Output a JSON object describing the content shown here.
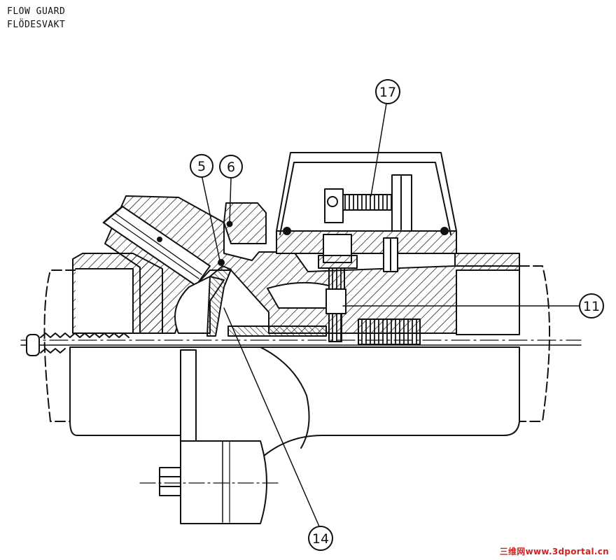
{
  "title": {
    "line1": "FLOW GUARD",
    "line2": "FLÖDESVAKT"
  },
  "callouts": [
    {
      "id": "5",
      "label": "5"
    },
    {
      "id": "6",
      "label": "6"
    },
    {
      "id": "17",
      "label": "17"
    },
    {
      "id": "11",
      "label": "11"
    },
    {
      "id": "14",
      "label": "14"
    }
  ],
  "watermark": "三维网www.3dportal.cn",
  "colors": {
    "line": "#111111",
    "background": "#ffffff",
    "watermark": "#d42020"
  }
}
